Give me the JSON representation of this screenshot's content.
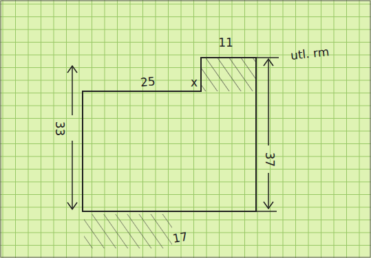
{
  "diagram": {
    "labels": [
      "11",
      "25",
      "x",
      "utl. rm",
      "33",
      "37",
      "17"
    ]
  }
}
